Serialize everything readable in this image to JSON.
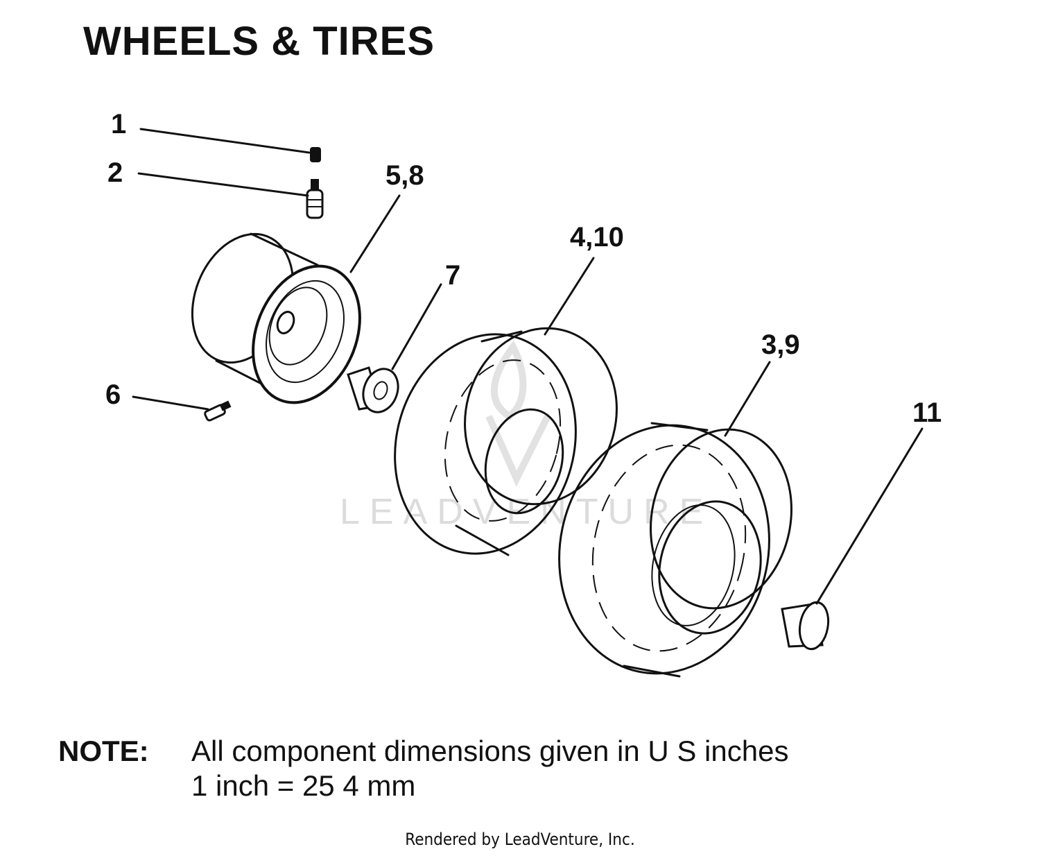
{
  "title": "WHEELS & TIRES",
  "callouts": {
    "c1": "1",
    "c2": "2",
    "c5_8": "5,8",
    "c4_10": "4,10",
    "c7": "7",
    "c3_9": "3,9",
    "c6": "6",
    "c11": "11"
  },
  "note": {
    "label": "NOTE:",
    "line1": "All component dimensions given in U S  inches",
    "line2": "1 inch = 25 4 mm"
  },
  "watermark": "LEADVENTURE",
  "footer": "Rendered by LeadVenture, Inc."
}
